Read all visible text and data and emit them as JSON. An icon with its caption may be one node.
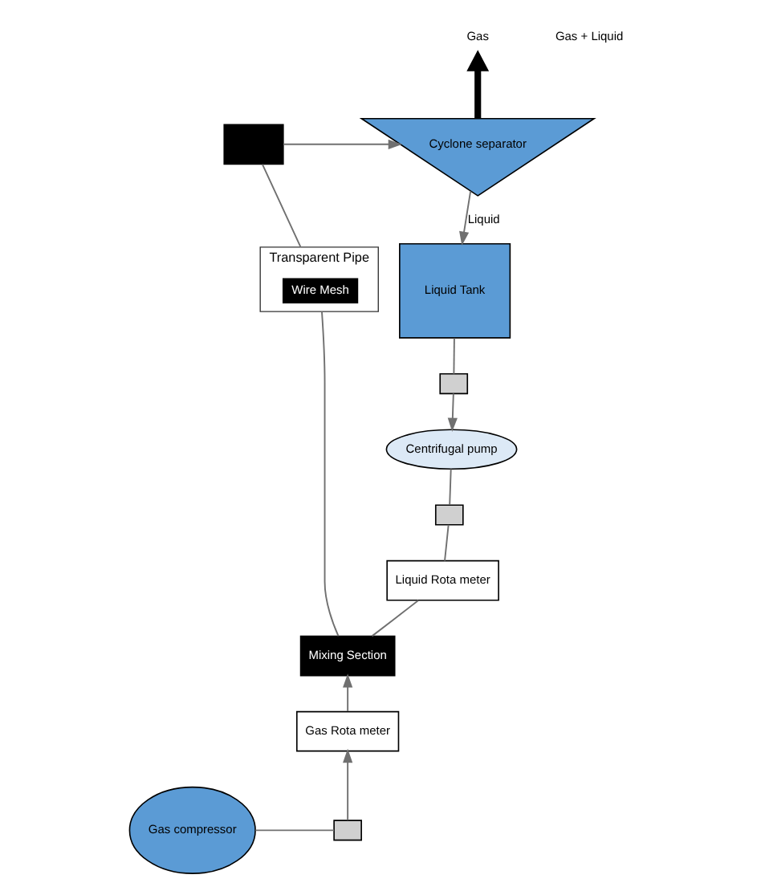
{
  "diagram": {
    "nodes": [
      {
        "text": [
          "Gas compressor"
        ]
      },
      {
        "text": [],
        "shape": "valve"
      },
      {
        "text": [
          "Gas Rota meter"
        ]
      },
      {
        "text": [
          "Mixing Section"
        ]
      },
      {
        "text": [
          "Transparent Pipe"
        ]
      },
      {
        "text": [
          "Wire Mesh"
        ],
        "in": 4
      },
      {
        "text": [],
        "shape": "box"
      },
      {
        "text": [
          "Cyclone separator"
        ]
      },
      {
        "text": [
          "Gas"
        ]
      },
      {
        "text": [
          "Liquid Tank"
        ]
      },
      {
        "text": [],
        "shape": "valve"
      },
      {
        "text": [
          "Centrifugal pump"
        ]
      },
      {
        "text": [],
        "shape": "valve"
      },
      {
        "text": [
          "Liquid Rota meter"
        ]
      }
    ],
    "edges": [
      {
        "from": 0,
        "to": 1,
        "arrow": "none"
      },
      {
        "from": 1,
        "to": 2,
        "arrow": "to"
      },
      {
        "from": 2,
        "to": 3,
        "arrow": "to"
      },
      {
        "from": 3,
        "to": 4,
        "arrow": "none"
      },
      {
        "from": 4,
        "to": 6,
        "arrow": "none"
      },
      {
        "from": 6,
        "to": 7,
        "arrow": "to"
      },
      {
        "from": 7,
        "to": 8,
        "arrow": "to",
        "style": "thick",
        "color": "#000000"
      },
      {
        "from": 7,
        "to": 9,
        "arrow": "to",
        "label": "Liquid"
      },
      {
        "from": 9,
        "to": 10,
        "arrow": "none"
      },
      {
        "from": 10,
        "to": 11,
        "arrow": "to"
      },
      {
        "from": 11,
        "to": 12,
        "arrow": "none"
      },
      {
        "from": 12,
        "to": 13,
        "arrow": "none"
      },
      {
        "from": 13,
        "to": 3,
        "arrow": "none"
      }
    ],
    "labels": [
      "Gas + Liquid"
    ]
  }
}
